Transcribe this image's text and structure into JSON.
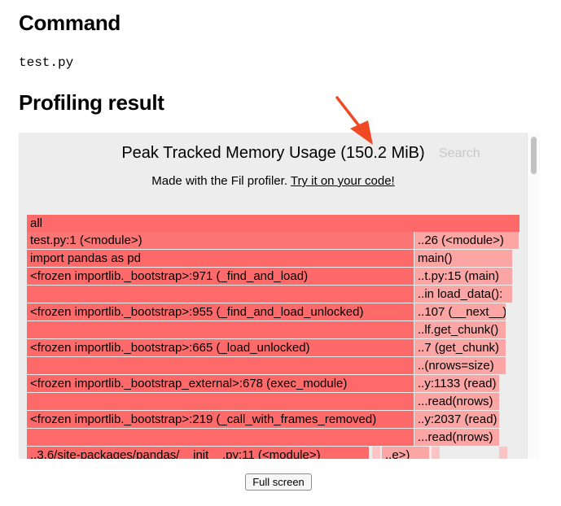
{
  "headings": {
    "command": "Command",
    "profiling": "Profiling result"
  },
  "command_text": "test.py",
  "profiler": {
    "title": "Peak Tracked Memory Usage (150.2 MiB)",
    "search_label": "Search",
    "subtitle_prefix": "Made with the Fil profiler. ",
    "subtitle_link": "Try it on your code!"
  },
  "flame_rows": [
    {
      "left": "all",
      "right": ""
    },
    {
      "left": "test.py:1 (<module>)",
      "right": "..26 (<module>)"
    },
    {
      "left": "import pandas as pd",
      "right": "main()"
    },
    {
      "left": "<frozen importlib._bootstrap>:971 (_find_and_load)",
      "right": "..t.py:15 (main)"
    },
    {
      "left": "",
      "right": "..in load_data():"
    },
    {
      "left": "<frozen importlib._bootstrap>:955 (_find_and_load_unlocked)",
      "right": "..107 (__next__)"
    },
    {
      "left": "",
      "right": "..lf.get_chunk()"
    },
    {
      "left": "<frozen importlib._bootstrap>:665 (_load_unlocked)",
      "right": "..7 (get_chunk)"
    },
    {
      "left": "",
      "right": "..(nrows=size)"
    },
    {
      "left": "<frozen importlib._bootstrap_external>:678 (exec_module)",
      "right": "..y:1133 (read)"
    },
    {
      "left": "",
      "right": "...read(nrows)"
    },
    {
      "left": "<frozen importlib._bootstrap>:219 (_call_with_frames_removed)",
      "right": "..y:2037 (read)"
    },
    {
      "left": "",
      "right": "...read(nrows)"
    },
    {
      "left": "..3.6/site-packages/pandas/__init__.py:11 (<module>)",
      "right": "..e>)"
    }
  ],
  "fullscreen_label": "Full screen",
  "colors": {
    "frame_bg": "#ededed",
    "bar_red": "#fe6a6a",
    "bar_pink": "#fba5a5",
    "bar_light_pink": "#fcc4c4",
    "arrow": "#ef4a25"
  }
}
